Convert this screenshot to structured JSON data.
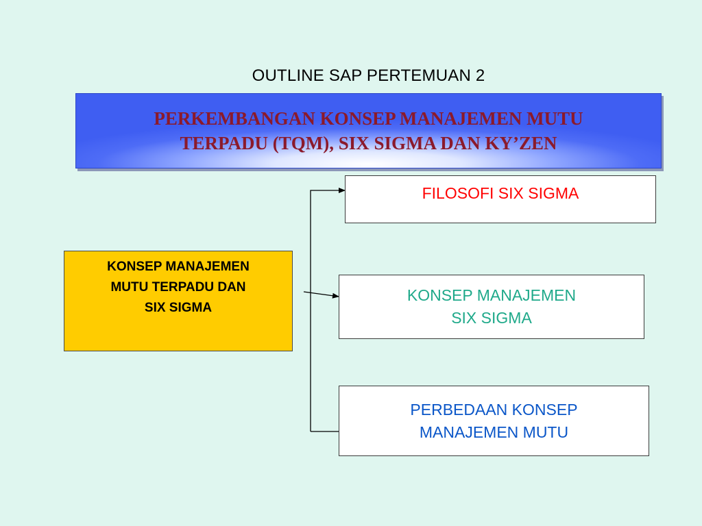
{
  "slide": {
    "title": "OUTLINE SAP PERTEMUAN 2",
    "banner": {
      "line1": "PERKEMBANGAN KONSEP MANAJEMEN MUTU",
      "line2": "TERPADU (TQM), SIX SIGMA DAN  KY’ZEN"
    },
    "root_box": {
      "line1": "KONSEP MANAJEMEN",
      "line2": "MUTU TERPADU DAN",
      "line3": "SIX SIGMA"
    },
    "branches": [
      {
        "line1": "FILOSOFI SIX SIGMA",
        "line2": "",
        "color": "#ff0000"
      },
      {
        "line1": "KONSEP MANAJEMEN",
        "line2": "SIX SIGMA",
        "color": "#1fa98a"
      },
      {
        "line1": "PERBEDAAN  KONSEP",
        "line2": "MANAJEMEN MUTU",
        "color": "#0a56c8"
      }
    ],
    "colors": {
      "background": "#dff6ef",
      "banner_blue": "#3f5ef2",
      "banner_text": "#8b1a2b",
      "root_fill": "#ffcc00"
    }
  }
}
